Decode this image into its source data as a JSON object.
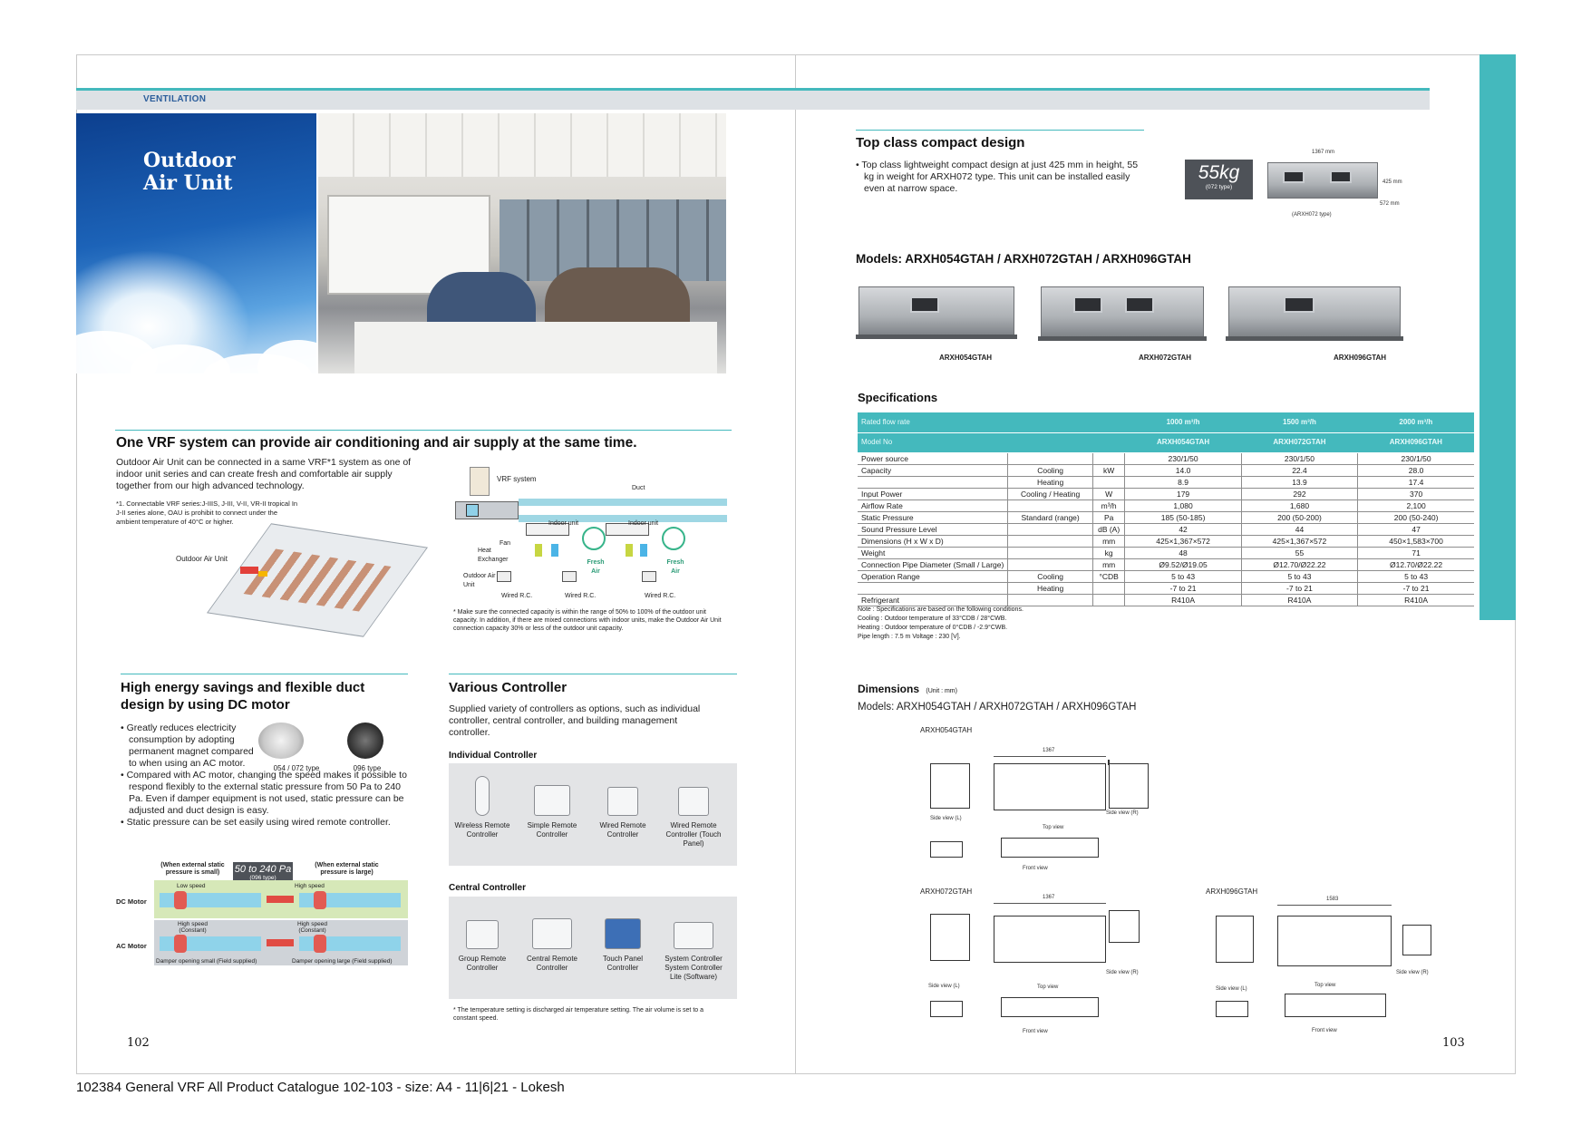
{
  "header": {
    "section_tag": "VENTILATION"
  },
  "hero": {
    "title_line1": "Outdoor",
    "title_line2": "Air Unit"
  },
  "vrf": {
    "heading": "One VRF system can provide air conditioning and air supply at the same time.",
    "body": "Outdoor Air Unit can be connected in a same VRF*1 system as one of indoor unit series and can create fresh and comfortable air supply together from our high advanced technology.",
    "footnote": "*1. Connectable VRF series:J-IIIS, J-III, V-II, VR-II tropical In J-II series alone, OAU is prohibit to connect under the ambient temperature of 40°C or higher.",
    "iso_label": "Outdoor Air Unit",
    "diagram": {
      "vrf_system": "VRF system",
      "duct": "Duct",
      "fan": "Fan",
      "heat_exchanger": "Heat Exchanger",
      "outdoor_air_unit": "Outdoor Air Unit",
      "indoor_unit": "Indoor unit",
      "fresh_air": "Fresh Air",
      "wired_rc": "Wired R.C."
    },
    "note": "* Make sure the connected capacity is within the range of 50% to 100% of the outdoor unit capacity. In addition, if there are mixed connections with indoor units, make the Outdoor Air Unit connection capacity 30% or less of the outdoor unit capacity."
  },
  "energy": {
    "heading": "High energy savings and flexible duct design by using DC motor",
    "bullets": [
      "Greatly reduces electricity consumption by adopting permanent magnet compared to when using an AC motor.",
      "Compared with AC motor, changing the speed makes it possible to respond flexibly to the external static pressure from 50 Pa to 240 Pa. Even if damper equipment is not used, static pressure can be adjusted and duct design is easy.",
      "Static pressure can be set easily using wired remote controller."
    ],
    "motor_labels": [
      "054 / 072 type",
      "096 type"
    ],
    "diagram": {
      "small_label": "(When external static pressure is small)",
      "large_label": "(When external static pressure is large)",
      "range": "50 to 240 Pa",
      "range_sub": "(096 type)",
      "dc_motor": "DC Motor",
      "ac_motor": "AC Motor",
      "low_speed": "Low speed",
      "high_speed": "High speed",
      "high_speed_constant": "High speed (Constant)",
      "damper_small": "Damper opening small (Field supplied)",
      "damper_large": "Damper opening large (Field supplied)"
    }
  },
  "controllers": {
    "heading": "Various Controller",
    "body": "Supplied variety of controllers as options, such as individual controller, central controller, and building management controller.",
    "individual_title": "Individual Controller",
    "individual": [
      "Wireless Remote Controller",
      "Simple Remote Controller",
      "Wired Remote Controller",
      "Wired Remote Controller (Touch Panel)"
    ],
    "central_title": "Central Controller",
    "central": [
      "Group Remote Controller",
      "Central Remote Controller",
      "Touch Panel Controller",
      "System Controller System Controller Lite (Software)"
    ],
    "note": "* The temperature setting is discharged air temperature setting. The air volume is set to a constant speed."
  },
  "compact": {
    "heading": "Top class compact design",
    "body": "Top class lightweight compact design at just 425 mm in height, 55 kg in weight for ARXH072 type. This unit can be installed easily even at narrow space.",
    "weight": "55kg",
    "weight_sub": "(072 type)",
    "dim_w": "1367 mm",
    "dim_h": "425 mm",
    "dim_d": "572 mm",
    "unit_caption": "(ARXH072 type)"
  },
  "models": {
    "heading": "Models: ARXH054GTAH / ARXH072GTAH / ARXH096GTAH",
    "names": [
      "ARXH054GTAH",
      "ARXH072GTAH",
      "ARXH096GTAH"
    ]
  },
  "specs": {
    "heading": "Specifications",
    "rated_flow_label": "Rated flow rate",
    "flows": [
      "1000 m³/h",
      "1500 m³/h",
      "2000 m³/h"
    ],
    "model_label": "Model No",
    "models": [
      "ARXH054GTAH",
      "ARXH072GTAH",
      "ARXH096GTAH"
    ],
    "rows": [
      {
        "label": "Power source",
        "sub": "",
        "unit": "",
        "v": [
          "230/1/50",
          "230/1/50",
          "230/1/50"
        ]
      },
      {
        "label": "Capacity",
        "sub": "Cooling",
        "unit": "kW",
        "v": [
          "14.0",
          "22.4",
          "28.0"
        ]
      },
      {
        "label": "",
        "sub": "Heating",
        "unit": "",
        "v": [
          "8.9",
          "13.9",
          "17.4"
        ]
      },
      {
        "label": "Input Power",
        "sub": "Cooling / Heating",
        "unit": "W",
        "v": [
          "179",
          "292",
          "370"
        ]
      },
      {
        "label": "Airflow Rate",
        "sub": "",
        "unit": "m³/h",
        "v": [
          "1,080",
          "1,680",
          "2,100"
        ]
      },
      {
        "label": "Static Pressure",
        "sub": "Standard (range)",
        "unit": "Pa",
        "v": [
          "185 (50-185)",
          "200 (50-200)",
          "200 (50-240)"
        ]
      },
      {
        "label": "Sound Pressure Level",
        "sub": "",
        "unit": "dB (A)",
        "v": [
          "42",
          "44",
          "47"
        ]
      },
      {
        "label": "Dimensions (H x W x D)",
        "sub": "",
        "unit": "mm",
        "v": [
          "425×1,367×572",
          "425×1,367×572",
          "450×1,583×700"
        ]
      },
      {
        "label": "Weight",
        "sub": "",
        "unit": "kg",
        "v": [
          "48",
          "55",
          "71"
        ]
      },
      {
        "label": "Connection Pipe Diameter  (Small / Large)",
        "sub": "",
        "unit": "mm",
        "v": [
          "Ø9.52/Ø19.05",
          "Ø12.70/Ø22.22",
          "Ø12.70/Ø22.22"
        ]
      },
      {
        "label": "Operation Range",
        "sub": "Cooling",
        "unit": "°CDB",
        "v": [
          "5 to 43",
          "5 to 43",
          "5 to 43"
        ]
      },
      {
        "label": "",
        "sub": "Heating",
        "unit": "",
        "v": [
          "-7 to 21",
          "-7 to 21",
          "-7 to 21"
        ]
      },
      {
        "label": "Refrigerant",
        "sub": "",
        "unit": "",
        "v": [
          "R410A",
          "R410A",
          "R410A"
        ]
      }
    ],
    "notes": [
      "Note : Specifications are based on the following conditions.",
      "Cooling : Outdoor temperature of 33°CDB / 28°CWB.",
      "Heating : Outdoor temperature of 0°CDB / -2.9°CWB.",
      "Pipe length : 7.5 m    Voltage : 230 [V]."
    ]
  },
  "dimensions": {
    "heading": "Dimensions",
    "unit_note": "(Unit : mm)",
    "models_line": "Models: ARXH054GTAH / ARXH072GTAH / ARXH096GTAH",
    "drawings": [
      {
        "name": "ARXH054GTAH",
        "width": "1367"
      },
      {
        "name": "ARXH072GTAH",
        "width": "1367"
      },
      {
        "name": "ARXH096GTAH",
        "width": "1583"
      }
    ],
    "side_view_l": "Side view (L)",
    "side_view_r": "Side view (R)",
    "top_view": "Top view",
    "front_view": "Front view"
  },
  "page_left": "102",
  "page_right": "103",
  "footer": "102384 General VRF All Product Catalogue 102-103 - size: A4 - 11|6|21 - Lokesh",
  "colors": {
    "teal": "#44b9bd",
    "band": "#dde1e5",
    "sky": "#1c63b8"
  }
}
